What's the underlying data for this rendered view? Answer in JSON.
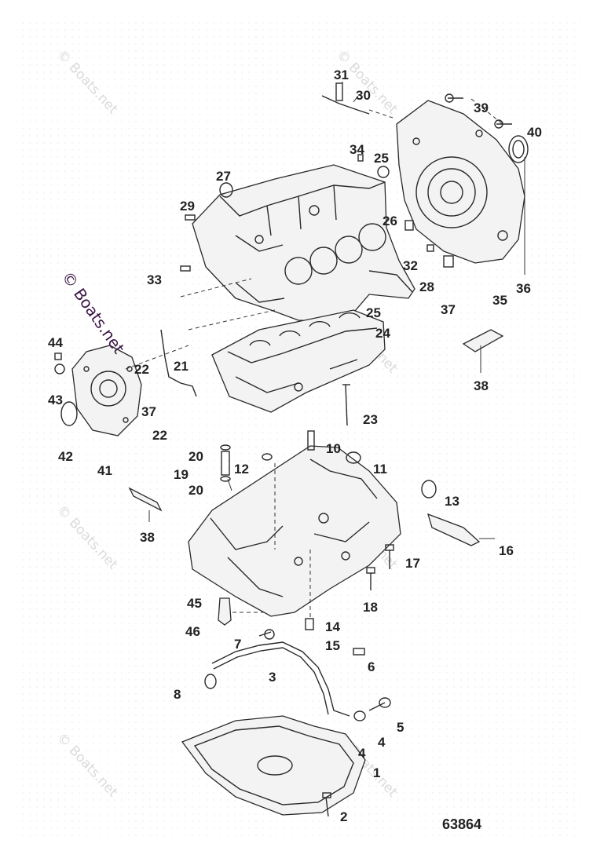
{
  "diagram": {
    "id_number": "63864",
    "watermark": "© Boats.net",
    "callouts": [
      "31",
      "30",
      "39",
      "40",
      "34",
      "25",
      "27",
      "29",
      "26",
      "32",
      "28",
      "33",
      "37",
      "35",
      "36",
      "25",
      "24",
      "44",
      "22",
      "21",
      "38",
      "43",
      "37",
      "22",
      "23",
      "42",
      "41",
      "20",
      "10",
      "11",
      "19",
      "12",
      "20",
      "13",
      "38",
      "16",
      "17",
      "18",
      "45",
      "14",
      "46",
      "7",
      "15",
      "6",
      "3",
      "8",
      "5",
      "4",
      "4",
      "1",
      "2"
    ]
  }
}
